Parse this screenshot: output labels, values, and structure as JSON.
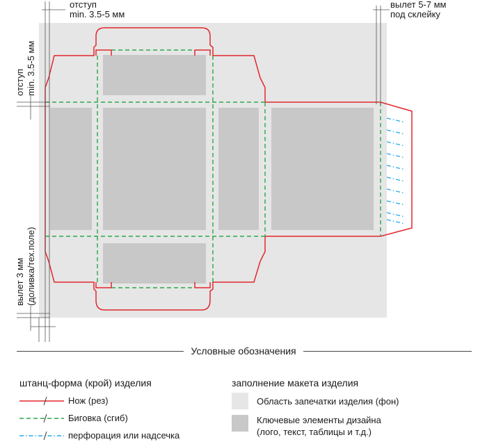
{
  "annotations": {
    "otstup_top_1": "отступ",
    "otstup_top_2": "min. 3.5-5 мм",
    "vylet_right_1": "вылет 5-7 мм",
    "vylet_right_2": "под склейку",
    "otstup_left_1": "отступ",
    "otstup_left_2": "min. 3.5-5 мм",
    "vylet_left_1": "вылет 3 мм",
    "vylet_left_2": "(доливка/тех.поле)"
  },
  "legend": {
    "title": "Условные обозначения",
    "left_header": "штанц-форма (крой) изделия",
    "right_header": "заполнение макета  изделия",
    "items_left": [
      {
        "label": "Нож (рез)",
        "color": "#e3262d",
        "style": "solid"
      },
      {
        "label": "Биговка (сгиб)",
        "color": "#2aa84a",
        "style": "dashed"
      },
      {
        "label": "перфорация или надсечка",
        "color": "#2aa6e6",
        "style": "dashdot"
      }
    ],
    "items_right": [
      {
        "label": "Область запечатки изделия (фон)",
        "color": "#e6e6e6"
      },
      {
        "label": "Ключевые элементы дизайна",
        "color": "#c8c8c8"
      },
      {
        "label": "(лого, текст, таблицы и т.д.)",
        "color": ""
      }
    ]
  },
  "colors": {
    "bleed": "#e6e6e6",
    "key": "#c8c8c8",
    "cut": "#e3262d",
    "fold": "#2aa84a",
    "perf": "#2aa6e6"
  }
}
